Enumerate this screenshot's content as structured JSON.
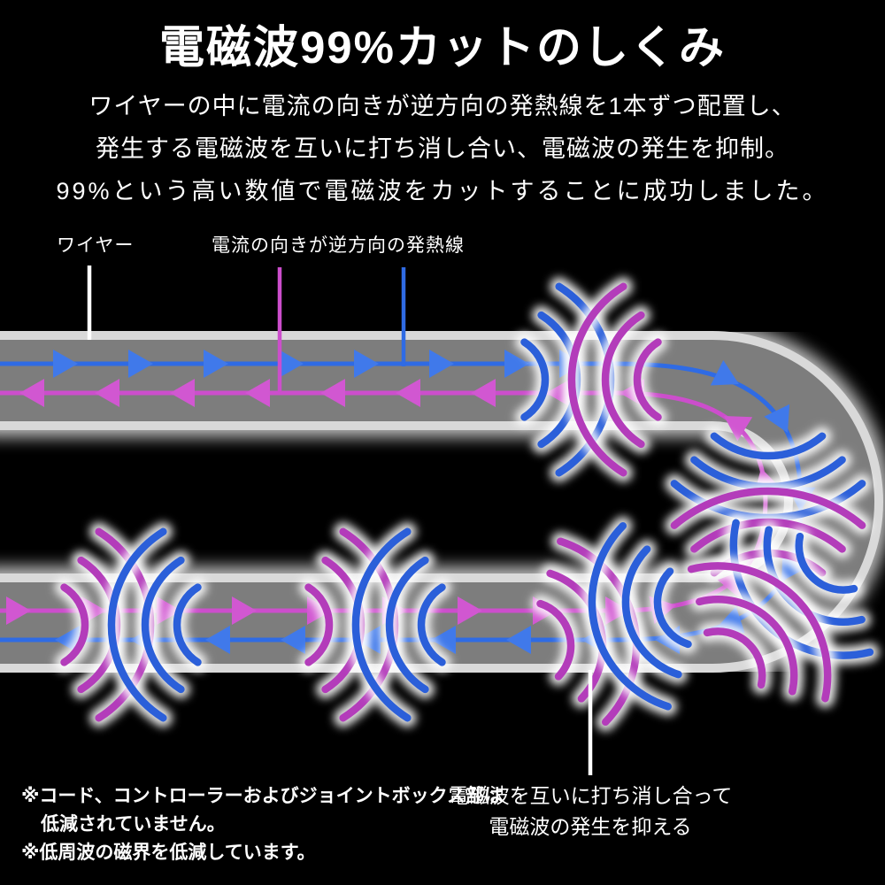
{
  "title": "電磁波99%カットのしくみ",
  "description": {
    "line1": "ワイヤーの中に電流の向きが逆方向の発熱線を1本ずつ配置し、",
    "line2": "発生する電磁波を互いに打ち消し合い、電磁波の発生を抑制。",
    "line3": "99%という高い数値で電磁波をカットすることに成功しました。"
  },
  "diagram": {
    "labels": {
      "wire": "ワイヤー",
      "heater": "電流の向きが逆方向の発熱線",
      "cancel_line1": "電磁波を互いに打ち消し合って",
      "cancel_line2": "電磁波の発生を抑える"
    },
    "icons": {
      "forward_current_arrow": "triangle-right",
      "reverse_current_arrow": "triangle-left",
      "em_wave": "concentric-arcs"
    }
  },
  "notes": {
    "line1": "※コード、コントローラーおよびジョイントボックス部は",
    "line2": "低減されていません。",
    "line3": "※低周波の磁界を低減しています。"
  },
  "colors": {
    "background": "#000000",
    "text": "#ffffff",
    "glow": "#ffffff",
    "tube_core": "#7d7d7d",
    "tube_border": "#d9d9d9",
    "blue_wire": "#2f6be4",
    "blue_arrow": "#4079ea",
    "blue_arc": "#2b5fd9",
    "magenta_wire": "#cc4ecc",
    "magenta_arrow": "#d157d1",
    "magenta_arc": "#b33cba"
  }
}
